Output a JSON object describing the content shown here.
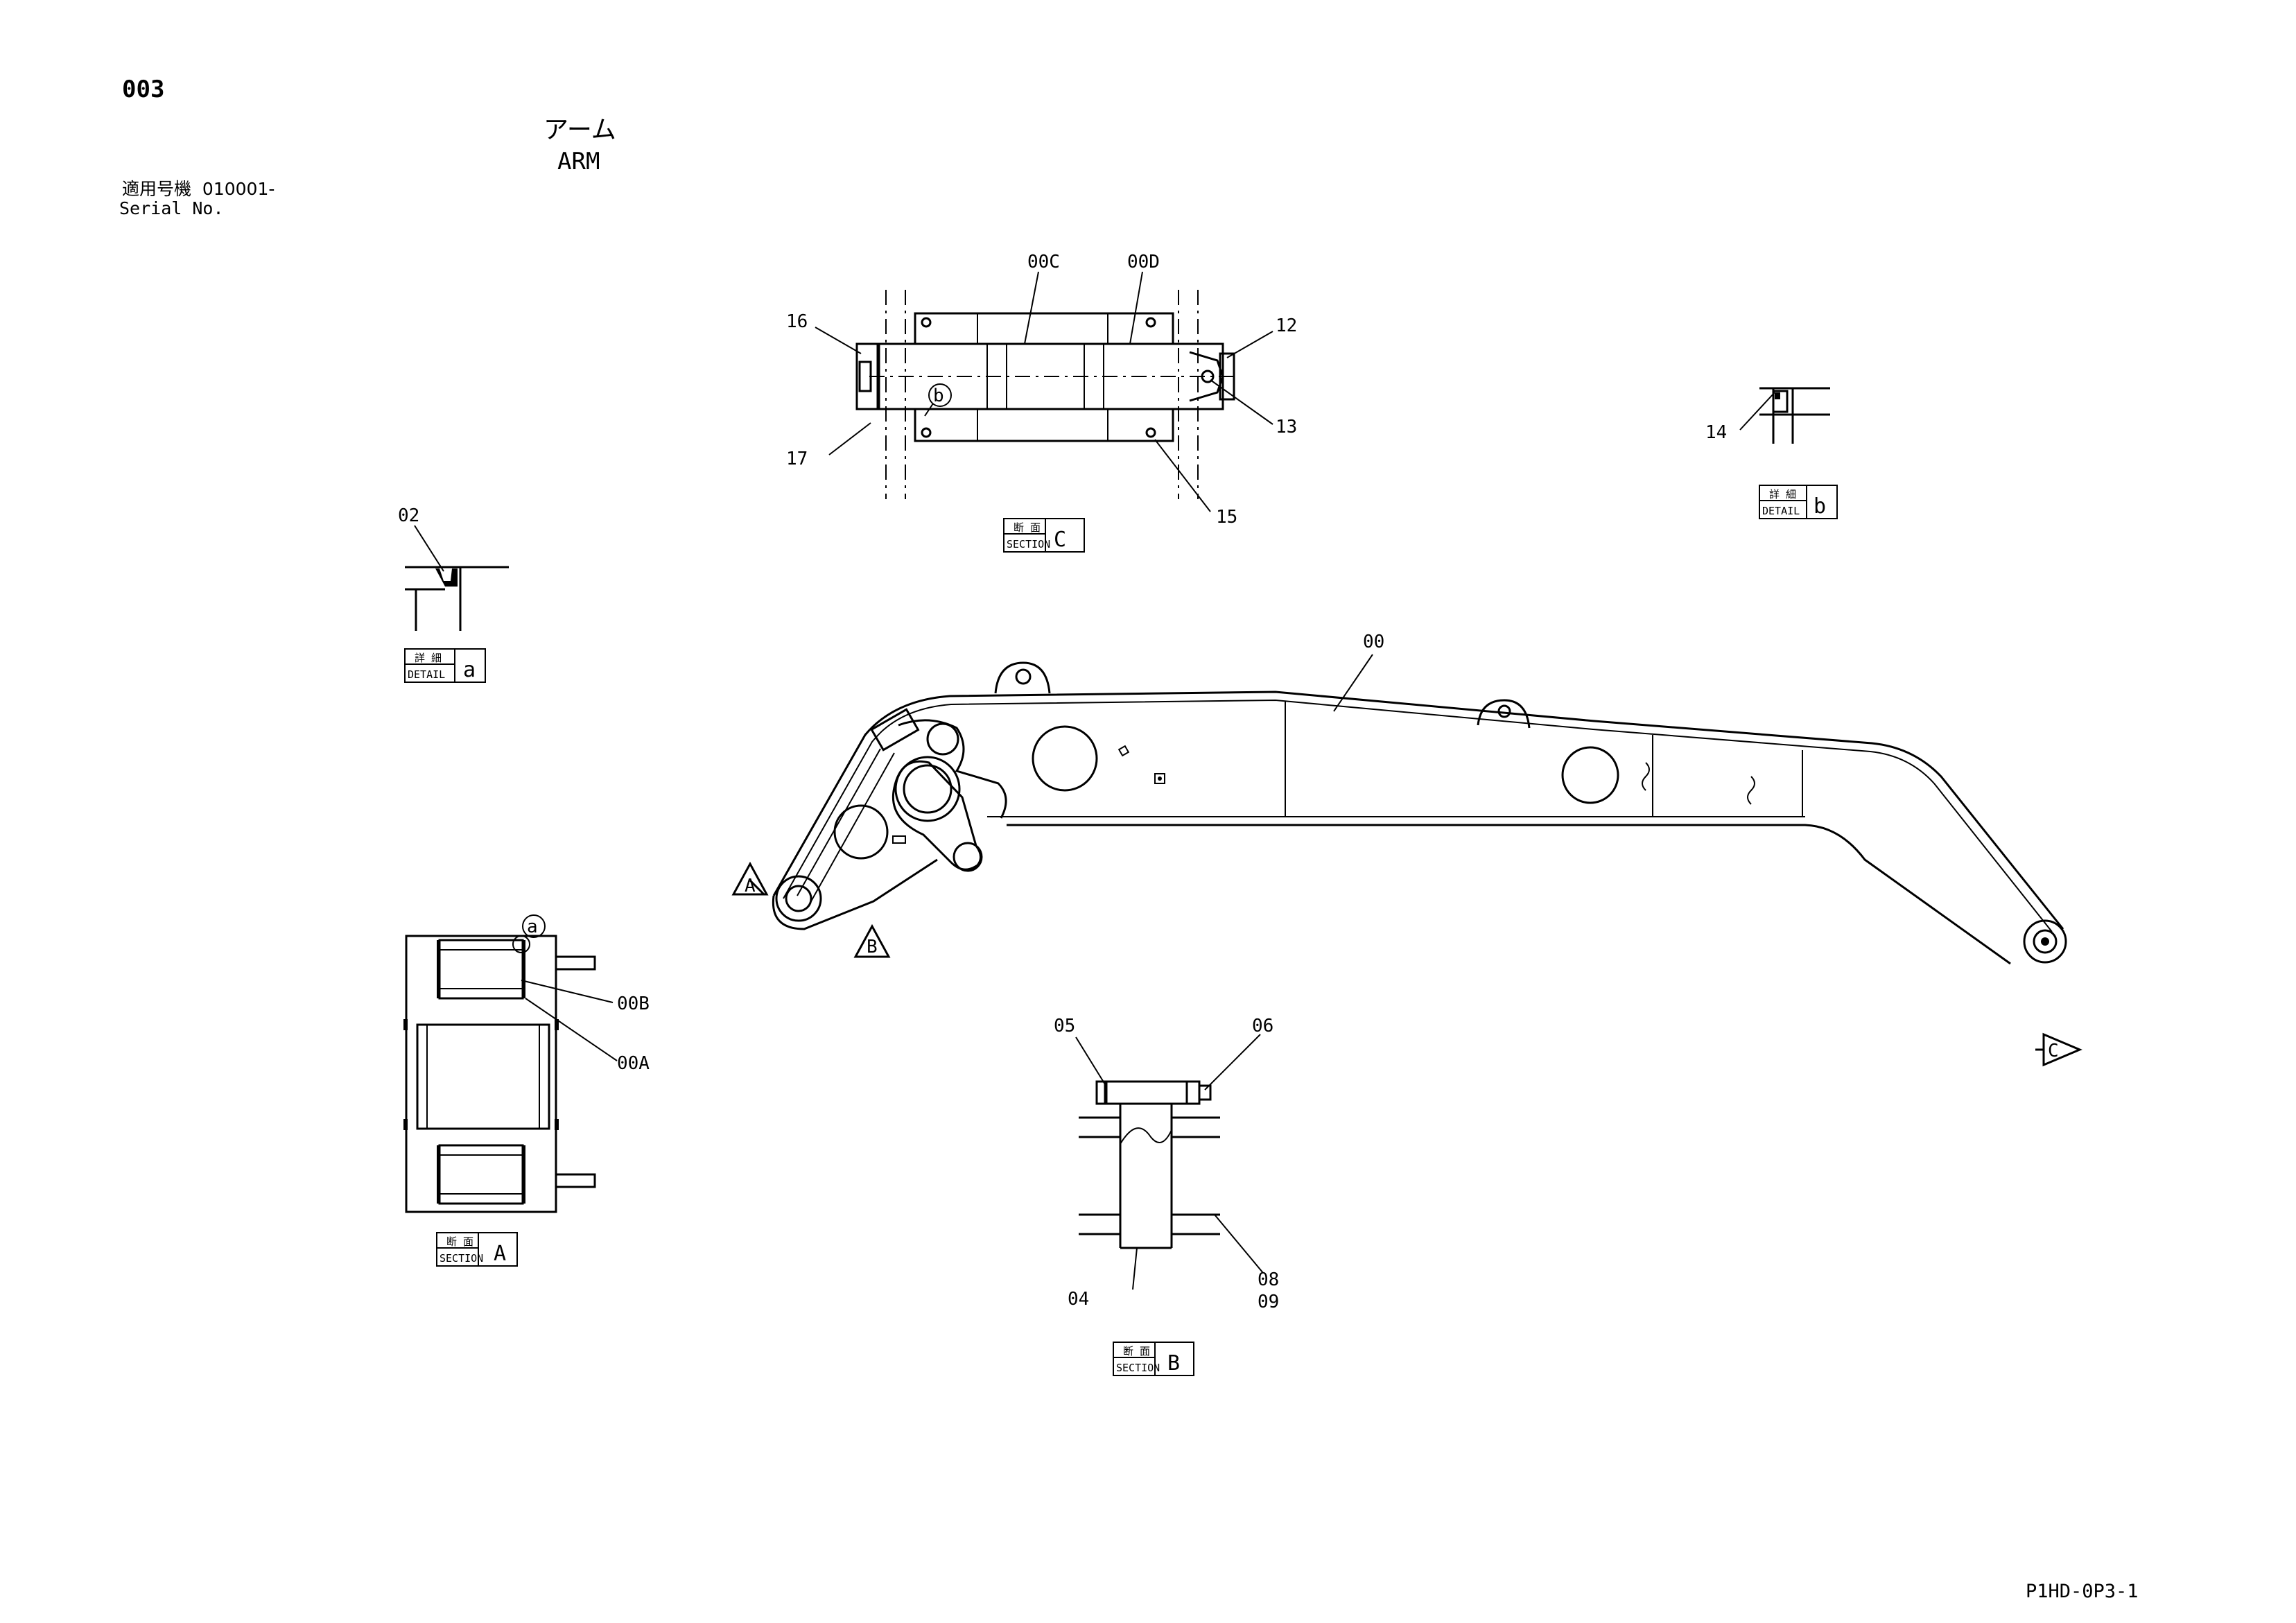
{
  "header": {
    "page_number": "003",
    "title_jp": "アーム",
    "title_en": "ARM",
    "serial_label_jp": "適用号機",
    "serial_value": "010001-",
    "serial_label_en": "Serial No."
  },
  "footer": {
    "drawing_code": "P1HD-0P3-1"
  },
  "callouts": {
    "c00": "00",
    "c00A": "00A",
    "c00B": "00B",
    "c00C": "00C",
    "c00D": "00D",
    "c02": "02",
    "c04": "04",
    "c05": "05",
    "c06": "06",
    "c08": "08",
    "c09": "09",
    "c12": "12",
    "c13": "13",
    "c14": "14",
    "c15": "15",
    "c16": "16",
    "c17": "17"
  },
  "view_labels": {
    "detail_jp": "詳 細",
    "detail_en": "DETAIL",
    "section_jp": "断 面",
    "section_en": "SECTION",
    "detail_a": "a",
    "detail_b": "b",
    "section_a": "A",
    "section_b": "B",
    "section_c": "C",
    "mark_a": "a",
    "mark_b": "b",
    "arrow_A": "A",
    "arrow_B": "B",
    "arrow_C": "C"
  }
}
